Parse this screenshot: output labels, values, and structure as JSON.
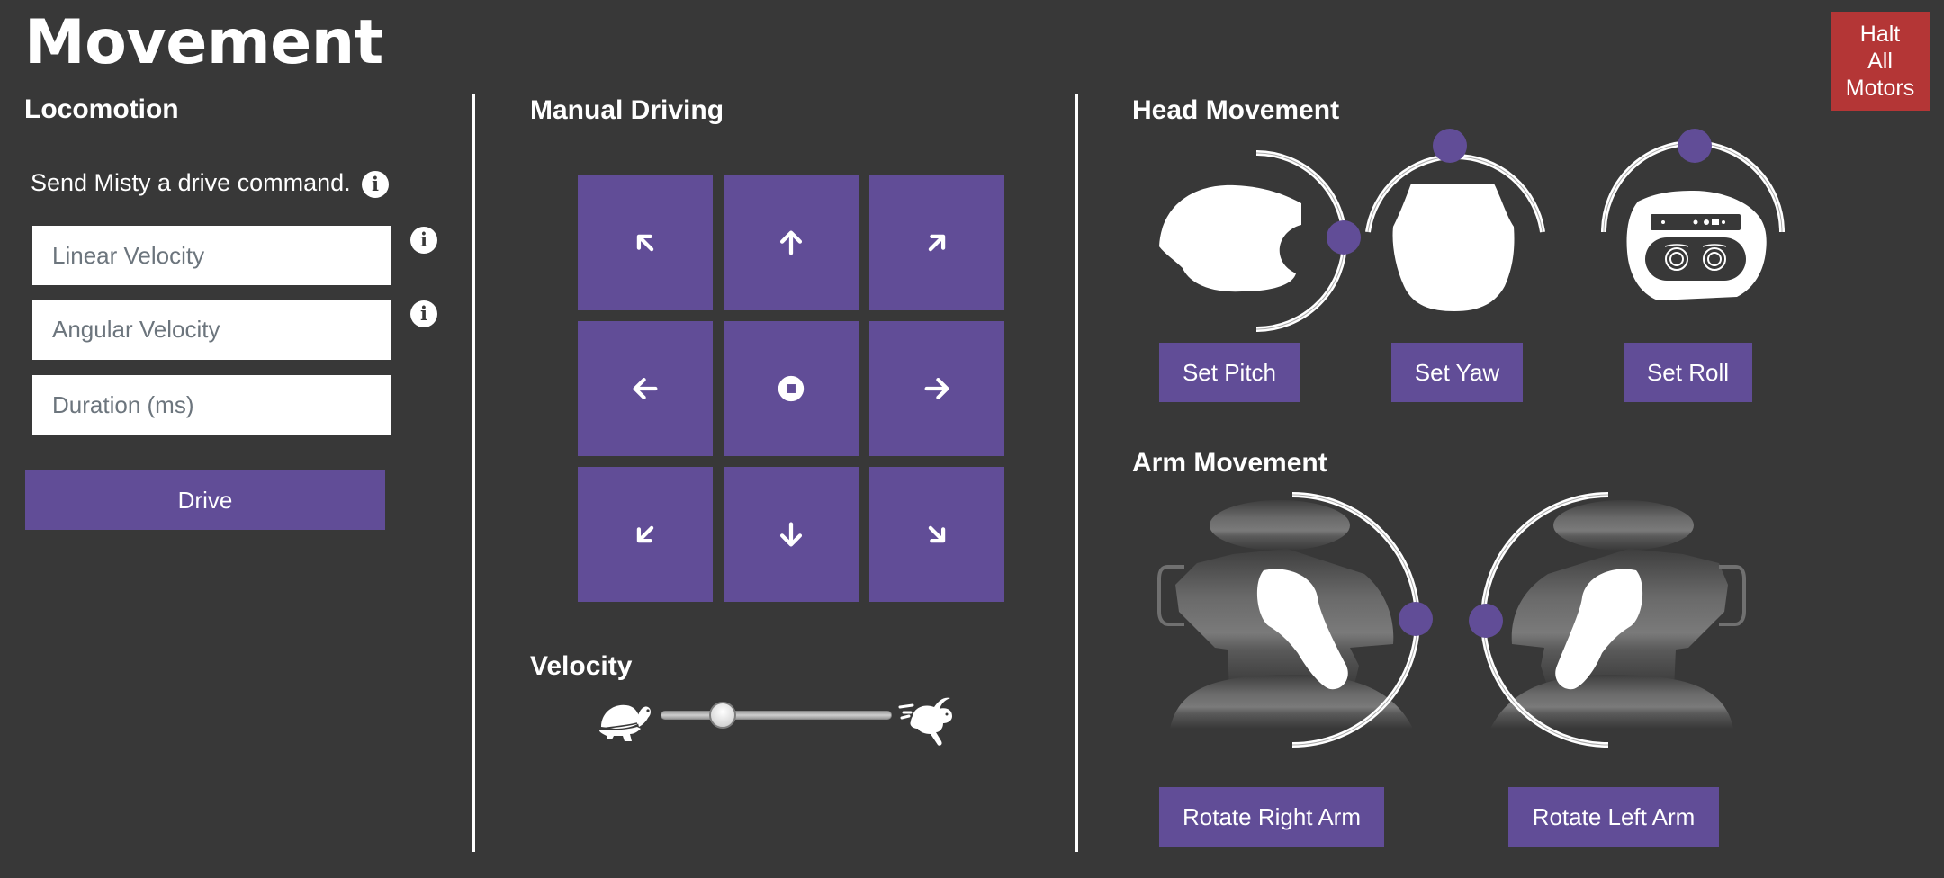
{
  "page": {
    "title": "Movement",
    "halt_button": {
      "line1": "Halt",
      "line2": "All",
      "line3": "Motors"
    }
  },
  "colors": {
    "background": "#383838",
    "accent": "#614d97",
    "danger": "#b43636",
    "text": "#ffffff"
  },
  "locomotion": {
    "title": "Locomotion",
    "description": "Send Misty a drive command.",
    "info_icon": "info-circle-icon",
    "inputs": [
      {
        "name": "linear-velocity",
        "placeholder": "Linear Velocity",
        "value": "",
        "has_info": true
      },
      {
        "name": "angular-velocity",
        "placeholder": "Angular Velocity",
        "value": "",
        "has_info": true
      },
      {
        "name": "duration",
        "placeholder": "Duration (ms)",
        "value": "",
        "has_info": false
      }
    ],
    "drive_button": "Drive"
  },
  "manual_driving": {
    "title": "Manual Driving",
    "pad": [
      {
        "name": "forward-left",
        "icon": "arrow-up-left-icon"
      },
      {
        "name": "forward",
        "icon": "arrow-up-icon"
      },
      {
        "name": "forward-right",
        "icon": "arrow-up-right-icon"
      },
      {
        "name": "left",
        "icon": "arrow-left-icon"
      },
      {
        "name": "stop",
        "icon": "stop-circle-icon"
      },
      {
        "name": "right",
        "icon": "arrow-right-icon"
      },
      {
        "name": "backward-left",
        "icon": "arrow-down-left-icon"
      },
      {
        "name": "backward",
        "icon": "arrow-down-icon"
      },
      {
        "name": "backward-right",
        "icon": "arrow-down-right-icon"
      }
    ],
    "velocity": {
      "title": "Velocity",
      "min_icon": "turtle-icon",
      "max_icon": "rabbit-icon",
      "value_percent": 27
    }
  },
  "head_movement": {
    "title": "Head Movement",
    "controls": [
      {
        "name": "pitch",
        "button": "Set Pitch"
      },
      {
        "name": "yaw",
        "button": "Set Yaw"
      },
      {
        "name": "roll",
        "button": "Set Roll"
      }
    ]
  },
  "arm_movement": {
    "title": "Arm Movement",
    "controls": [
      {
        "name": "right-arm",
        "button": "Rotate Right Arm"
      },
      {
        "name": "left-arm",
        "button": "Rotate Left Arm"
      }
    ]
  }
}
